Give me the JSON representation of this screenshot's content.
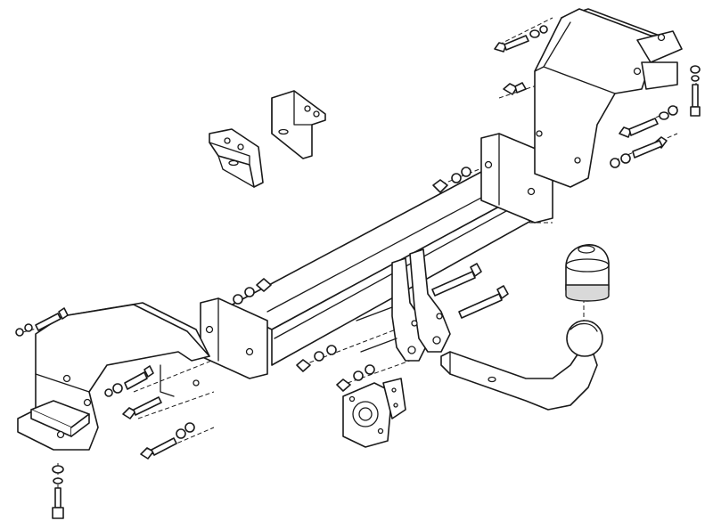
{
  "drawing": {
    "ink_color": "#1a1a1a",
    "paper_color": "#ffffff",
    "parts": [
      "left-side-bracket",
      "right-side-bracket",
      "main-crossbar",
      "center-tow-mount",
      "tow-ball-neck",
      "tow-ball-cap",
      "electrical-socket-plate",
      "angle-bracket-a",
      "angle-bracket-b",
      "bolt-set"
    ]
  }
}
